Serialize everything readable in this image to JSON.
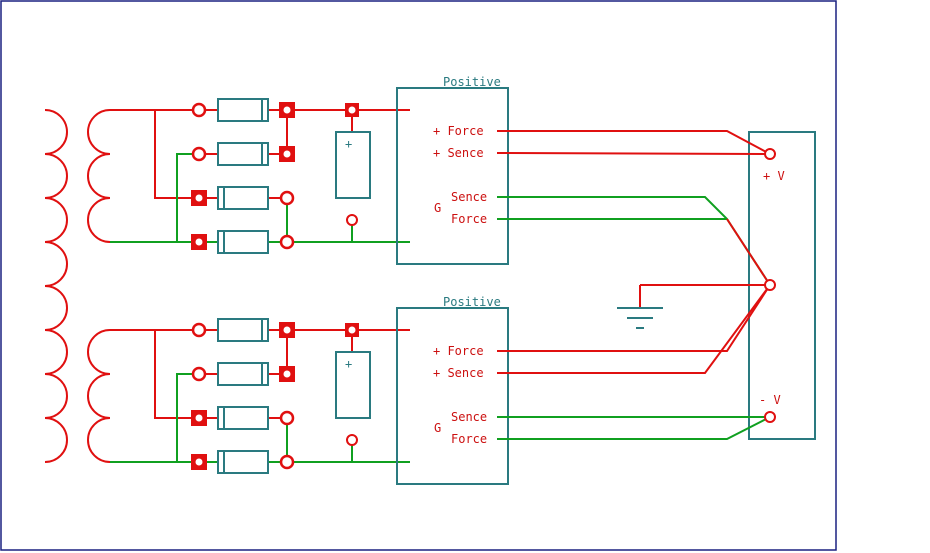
{
  "colors": {
    "red_wire": "#e01010",
    "green_wire": "#10a020",
    "component": "#2a7a80",
    "label": "#2a7a80",
    "border": "#1a2080"
  },
  "modules": [
    {
      "title": "Positive",
      "pins": {
        "force_pos": "+ Force",
        "sense_pos": "+ Sence",
        "g": "G",
        "sense_g": "Sence",
        "force_g": "Force"
      },
      "capacitor_symbol": "+"
    },
    {
      "title": "Positive",
      "pins": {
        "force_pos": "+ Force",
        "sense_pos": "+ Sence",
        "g": "G",
        "sense_g": "Sence",
        "force_g": "Force"
      },
      "capacitor_symbol": "+"
    }
  ],
  "output": {
    "plus_label": "+ V",
    "minus_label": "-  V"
  },
  "icons": {
    "ground": "ground-icon"
  }
}
